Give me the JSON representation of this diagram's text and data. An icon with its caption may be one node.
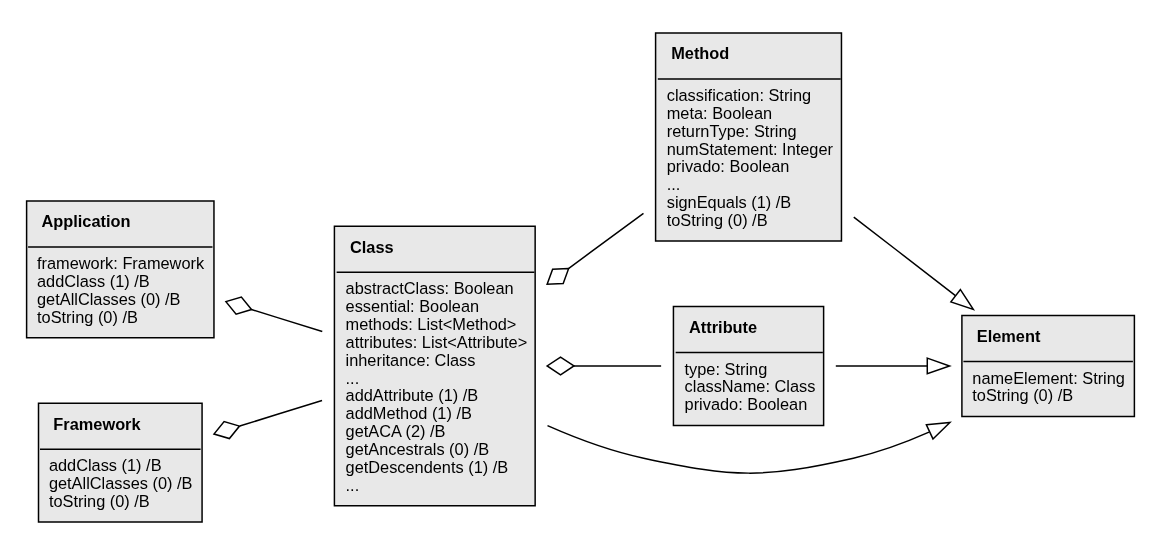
{
  "diagram": {
    "nodes": [
      {
        "text": [
          "Application",
          "framework: Framework",
          "addClass (1) /B",
          "getAllClasses (0) /B",
          "toString (0) /B"
        ]
      },
      {
        "text": [
          "Class",
          "abstractClass: Boolean",
          "essential: Boolean",
          "methods: List<Method>",
          "attributes: List<Attribute>",
          "inheritance: Class",
          "...",
          "addAttribute (1) /B",
          "addMethod (1) /B",
          "getACA (2) /B",
          "getAncestrals (0) /B",
          "getDescendents (1) /B",
          "..."
        ]
      },
      {
        "text": [
          "Framework",
          "addClass (1) /B",
          "getAllClasses (0) /B",
          "toString (0) /B"
        ]
      },
      {
        "text": [
          "Method",
          "classification: String",
          "meta: Boolean",
          "returnType: String",
          "numStatement: Integer",
          "privado: Boolean",
          "...",
          "signEquals (1) /B",
          "toString (0) /B"
        ]
      },
      {
        "text": [
          "Attribute",
          "type: String",
          "className: Class",
          "privado: Boolean"
        ]
      },
      {
        "text": [
          "Element",
          "nameElement: String",
          "toString (0) /B"
        ]
      }
    ],
    "edges": [
      {
        "from": 0,
        "to": 1,
        "arrow": "other"
      },
      {
        "from": 2,
        "to": 1,
        "arrow": "other"
      },
      {
        "from": 1,
        "to": 3,
        "arrow": "other"
      },
      {
        "from": 1,
        "to": 4,
        "arrow": "other"
      },
      {
        "from": 3,
        "to": 5,
        "arrow": "to"
      },
      {
        "from": 1,
        "to": 5,
        "arrow": "to"
      },
      {
        "from": 4,
        "to": 5,
        "arrow": "to"
      }
    ]
  }
}
